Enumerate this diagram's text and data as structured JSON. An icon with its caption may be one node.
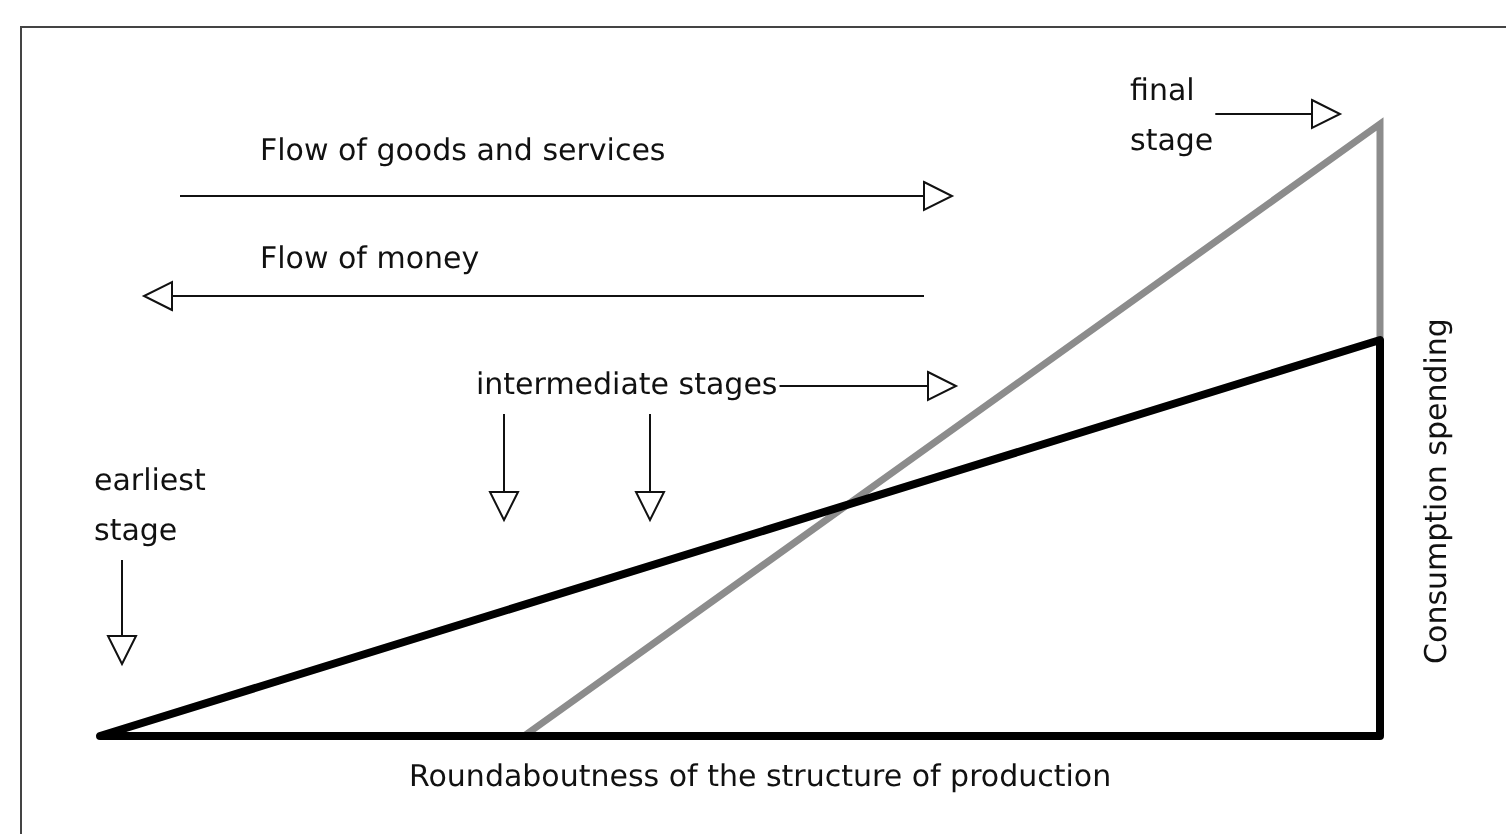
{
  "diagram": {
    "nodes": [
      {
        "text": [
          "earliest stage"
        ]
      },
      {
        "text": [
          "intermediate stages"
        ]
      },
      {
        "text": [
          "final stage"
        ]
      }
    ],
    "edges": [
      {
        "from": 0,
        "to": null,
        "arrow": "to"
      },
      {
        "from": 1,
        "to": null,
        "arrow": "to"
      },
      {
        "from": 1,
        "to": null,
        "arrow": "to"
      },
      {
        "from": 1,
        "to": null,
        "arrow": "to"
      },
      {
        "from": 2,
        "to": null,
        "arrow": "to"
      }
    ],
    "labels": [
      "Flow of goods and services",
      "Flow of money",
      "Consumption spending",
      "Roundaboutness of the structure of production"
    ]
  }
}
